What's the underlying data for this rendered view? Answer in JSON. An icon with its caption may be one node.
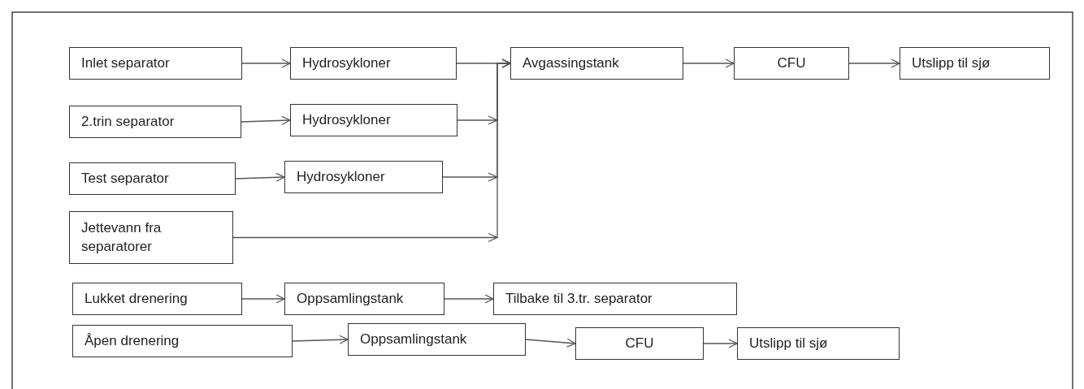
{
  "diagram": {
    "nodes": [
      {
        "text": [
          "Inlet separator"
        ]
      },
      {
        "text": [
          "Hydrosykloner"
        ]
      },
      {
        "text": [
          "Avgassingstank"
        ]
      },
      {
        "text": [
          "CFU"
        ]
      },
      {
        "text": [
          "Utslipp til sjø"
        ]
      },
      {
        "text": [
          "2.trin separator"
        ]
      },
      {
        "text": [
          "Hydrosykloner"
        ]
      },
      {
        "text": [
          "Test separator"
        ]
      },
      {
        "text": [
          "Hydrosykloner"
        ]
      },
      {
        "text": [
          "Jettevann fra separatorer"
        ]
      },
      {
        "text": [
          "Lukket drenering"
        ]
      },
      {
        "text": [
          "Oppsamlingstank"
        ]
      },
      {
        "text": [
          "Tilbake til 3.tr. separator"
        ]
      },
      {
        "text": [
          "Åpen drenering"
        ]
      },
      {
        "text": [
          "Oppsamlingstank"
        ]
      },
      {
        "text": [
          "CFU"
        ]
      },
      {
        "text": [
          "Utslipp til sjø"
        ]
      }
    ],
    "edges": [
      {
        "from": 0,
        "to": 1,
        "arrow": "to"
      },
      {
        "from": 1,
        "to": 2,
        "arrow": "to"
      },
      {
        "from": 2,
        "to": 3,
        "arrow": "to"
      },
      {
        "from": 3,
        "to": 4,
        "arrow": "to"
      },
      {
        "from": 5,
        "to": 6,
        "arrow": "to"
      },
      {
        "from": 7,
        "to": 8,
        "arrow": "to"
      },
      {
        "from": 6,
        "to": 2,
        "arrow": "to"
      },
      {
        "from": 8,
        "to": 2,
        "arrow": "to"
      },
      {
        "from": 9,
        "to": 2,
        "arrow": "to"
      },
      {
        "from": 10,
        "to": 11,
        "arrow": "to"
      },
      {
        "from": 11,
        "to": 12,
        "arrow": "to"
      },
      {
        "from": 13,
        "to": 14,
        "arrow": "to"
      },
      {
        "from": 14,
        "to": 15,
        "arrow": "to"
      },
      {
        "from": 15,
        "to": 16,
        "arrow": "to"
      }
    ]
  }
}
